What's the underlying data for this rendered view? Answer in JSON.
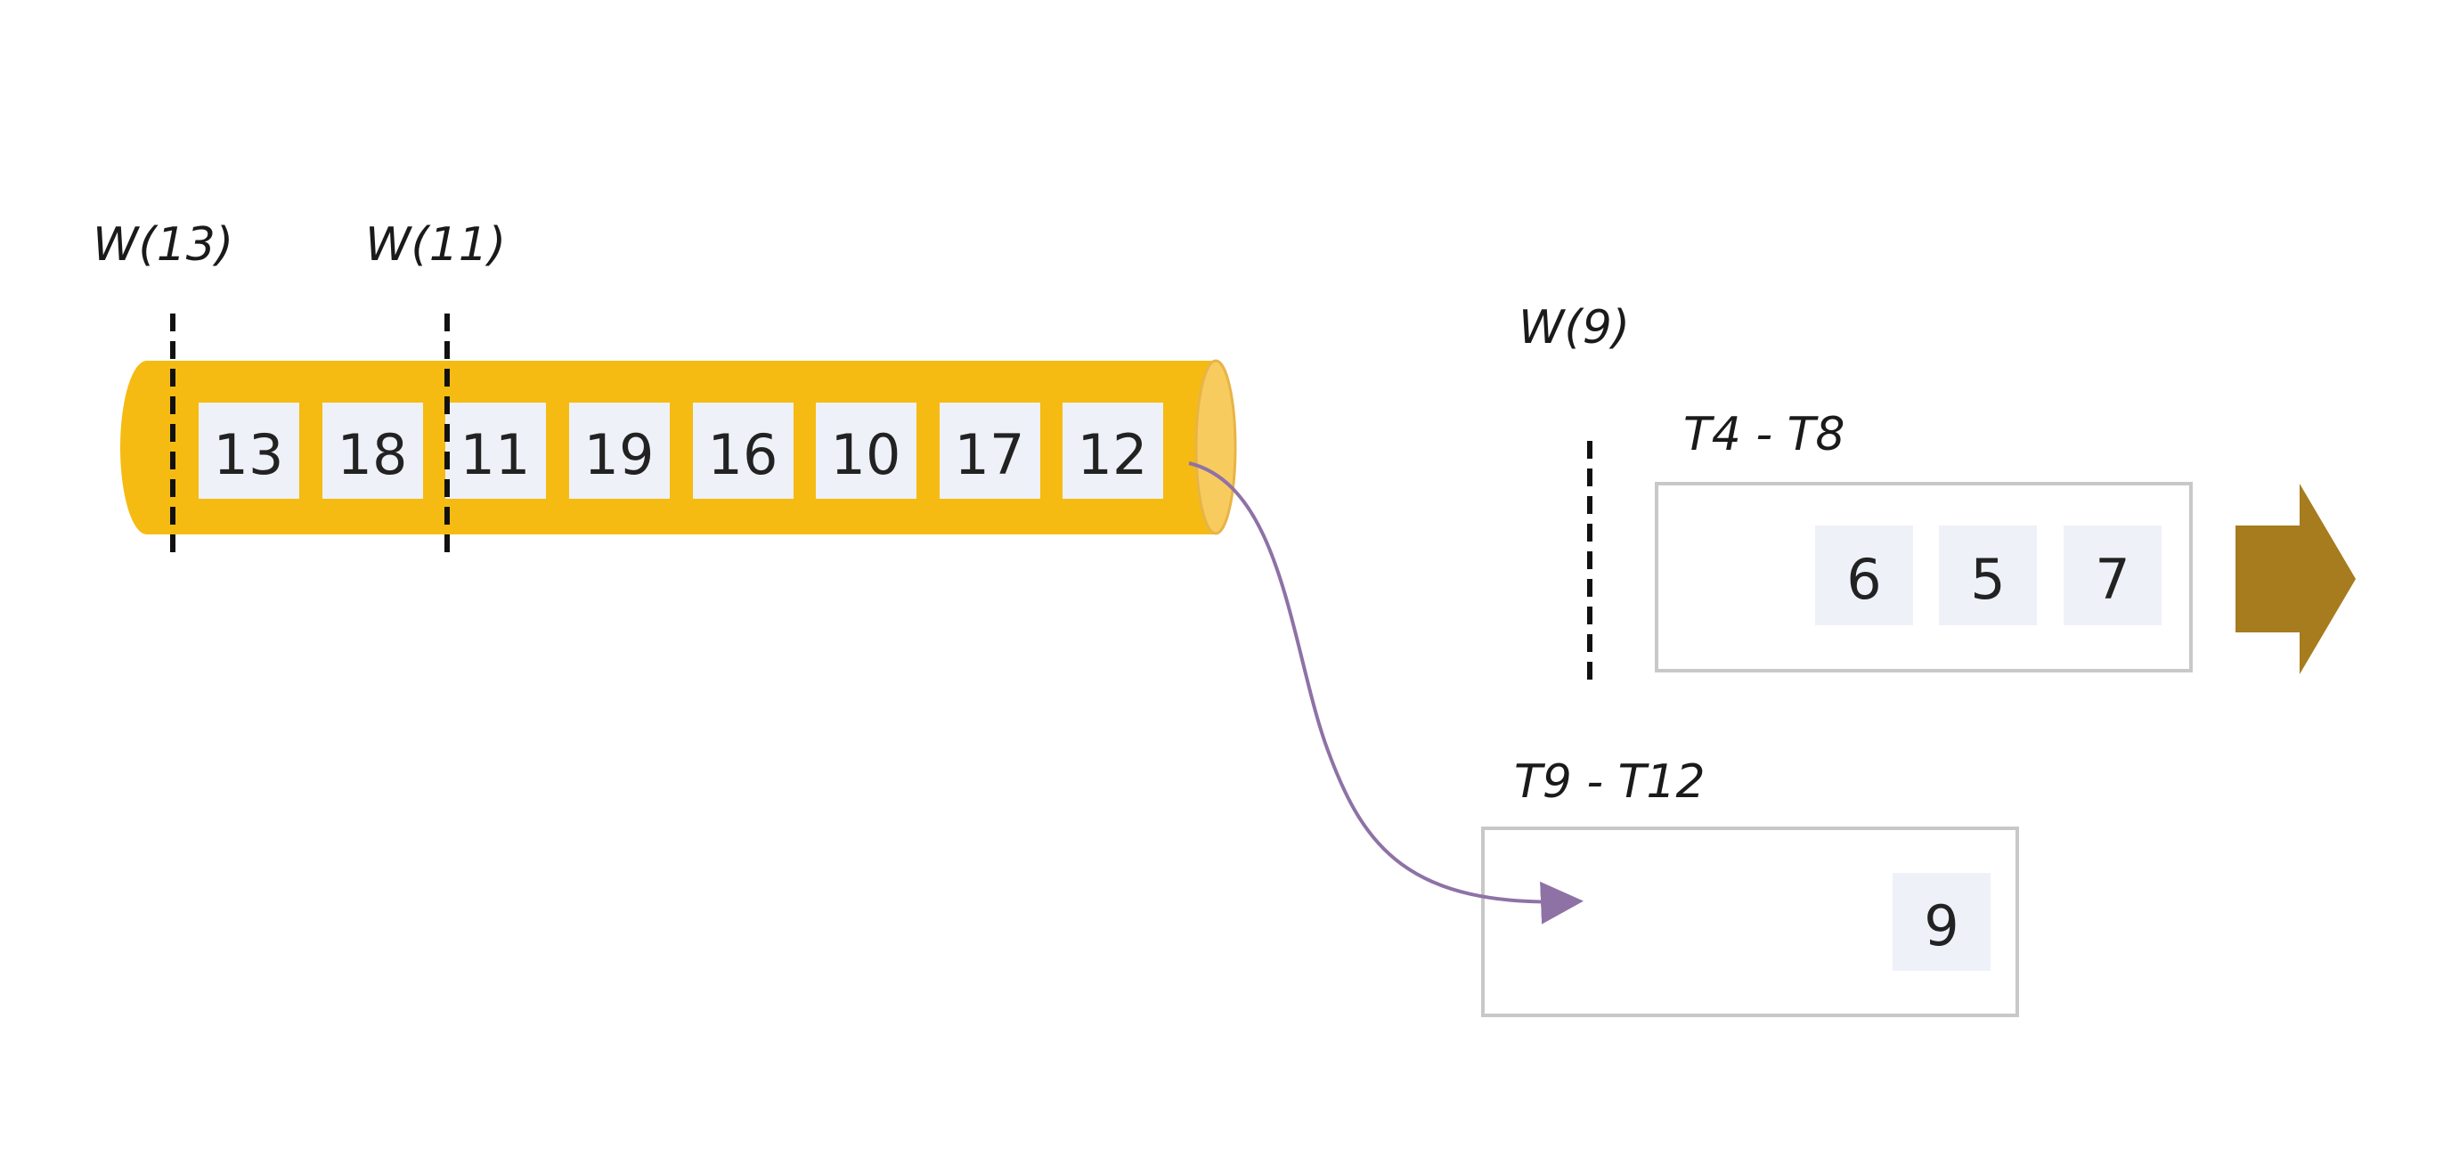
{
  "stream": {
    "values": [
      "13",
      "18",
      "11",
      "19",
      "16",
      "10",
      "17",
      "12"
    ],
    "watermarks": [
      "W(13)",
      "W(11)"
    ],
    "color": "#F5BB12",
    "end_color": "#F8CB5E",
    "item_bg": "#EEF1F8"
  },
  "windows": [
    {
      "label": "T4 - T8",
      "values": [
        "6",
        "5",
        "7"
      ]
    },
    {
      "label": "T9 - T12",
      "values": [
        "9"
      ]
    }
  ],
  "window_watermark": "W(9)",
  "output_arrow_color": "#A67C1E",
  "connector_color": "#8E72A6"
}
